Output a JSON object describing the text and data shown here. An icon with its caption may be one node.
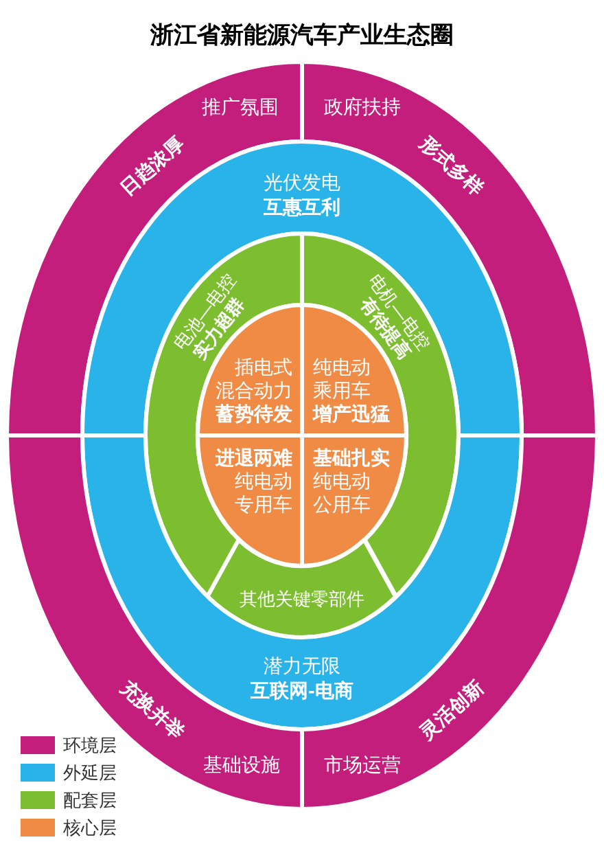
{
  "diagram": {
    "title": "浙江省新能源汽车产业生态圈",
    "nodes": [
      {
        "text": [
          "推广氛围",
          "日趋浓厚"
        ]
      },
      {
        "text": [
          "政府扶持",
          "形式多样"
        ]
      },
      {
        "text": [
          "光伏发电",
          "互惠互利"
        ]
      },
      {
        "text": [
          "电池—电控",
          "实力超群"
        ]
      },
      {
        "text": [
          "电机—电控",
          "有待提高"
        ]
      },
      {
        "text": [
          "插电式混合动力",
          "蓄势待发"
        ]
      },
      {
        "text": [
          "纯电动乘用车",
          "增产迅猛"
        ]
      },
      {
        "text": [
          "进退两难",
          "纯电动专用车"
        ]
      },
      {
        "text": [
          "基础扎实",
          "纯电动公用车"
        ]
      },
      {
        "text": [
          "其他关键零部件"
        ]
      },
      {
        "text": [
          "潜力无限",
          "互联网-电商"
        ]
      },
      {
        "text": [
          "充换并举",
          "基础设施"
        ]
      },
      {
        "text": [
          "灵活创新",
          "市场运营"
        ]
      }
    ],
    "legend": [
      {
        "text": "环境层",
        "color": "#c41e7c"
      },
      {
        "text": "外延层",
        "color": "#2ab3e8"
      },
      {
        "text": "配套层",
        "color": "#7dbe30"
      },
      {
        "text": "核心层",
        "color": "#f08b46"
      }
    ]
  }
}
